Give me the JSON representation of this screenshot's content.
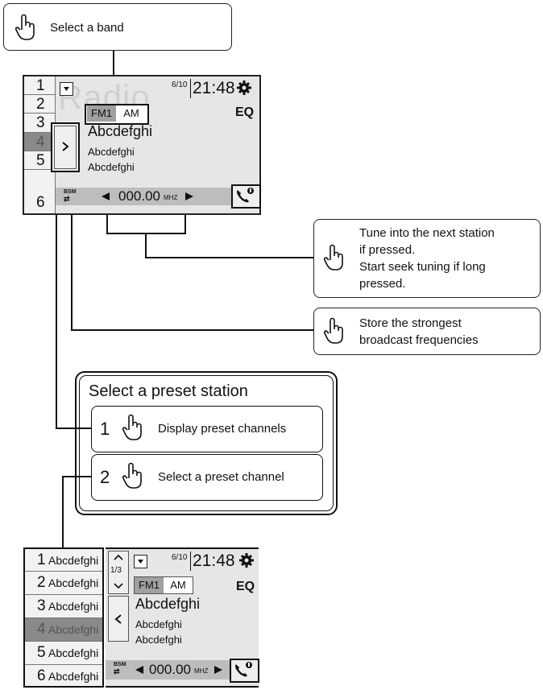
{
  "callouts": {
    "select_band": "Select a band",
    "tune_next_line1": "Tune into the next station",
    "tune_next_line2": "if pressed.",
    "tune_next_line3": "Start seek tuning if long",
    "tune_next_line4": "pressed.",
    "store_line1": "Store the strongest",
    "store_line2": "broadcast frequencies"
  },
  "preset_box": {
    "title": "Select a preset station",
    "steps": [
      {
        "num": "1",
        "label": "Display preset channels"
      },
      {
        "num": "2",
        "label": "Select a preset channel"
      }
    ]
  },
  "screen1": {
    "bg_text": "Radio",
    "presets": [
      "1",
      "2",
      "3",
      "4",
      "5",
      "6"
    ],
    "selected_preset": 4,
    "dropdown_icon": "triangle-down-icon",
    "time_page": "6/10",
    "time": "21:48",
    "eq": "EQ",
    "bands": [
      "FM1",
      "AM"
    ],
    "station": "Abcdefghi",
    "info1": "Abcdefghi",
    "info2": "Abcdefghi",
    "expand_icon": "chevron-right-icon",
    "bsm": "BSM",
    "freq": "000.00",
    "unit": "MHZ"
  },
  "screen2": {
    "presets": [
      {
        "num": "1",
        "name": "Abcdefghi"
      },
      {
        "num": "2",
        "name": "Abcdefghi"
      },
      {
        "num": "3",
        "name": "Abcdefghi"
      },
      {
        "num": "4",
        "name": "Abcdefghi"
      },
      {
        "num": "5",
        "name": "Abcdefghi"
      },
      {
        "num": "6",
        "name": "Abcdefghi"
      }
    ],
    "selected_preset": 4,
    "page": "1/3",
    "time_page": "6/10",
    "time": "21:48",
    "eq": "EQ",
    "bands": [
      "FM1",
      "AM"
    ],
    "station": "Abcdefghi",
    "info1": "Abcdefghi",
    "info2": "Abcdefghi",
    "collapse_icon": "chevron-left-icon",
    "bsm": "BSM",
    "freq": "000.00",
    "unit": "MHZ"
  },
  "colors": {
    "screen_bg": "#e6e6e6",
    "bar_bg": "#bdbdbd",
    "selected": "#8a8a8a",
    "outline": "#222222"
  }
}
